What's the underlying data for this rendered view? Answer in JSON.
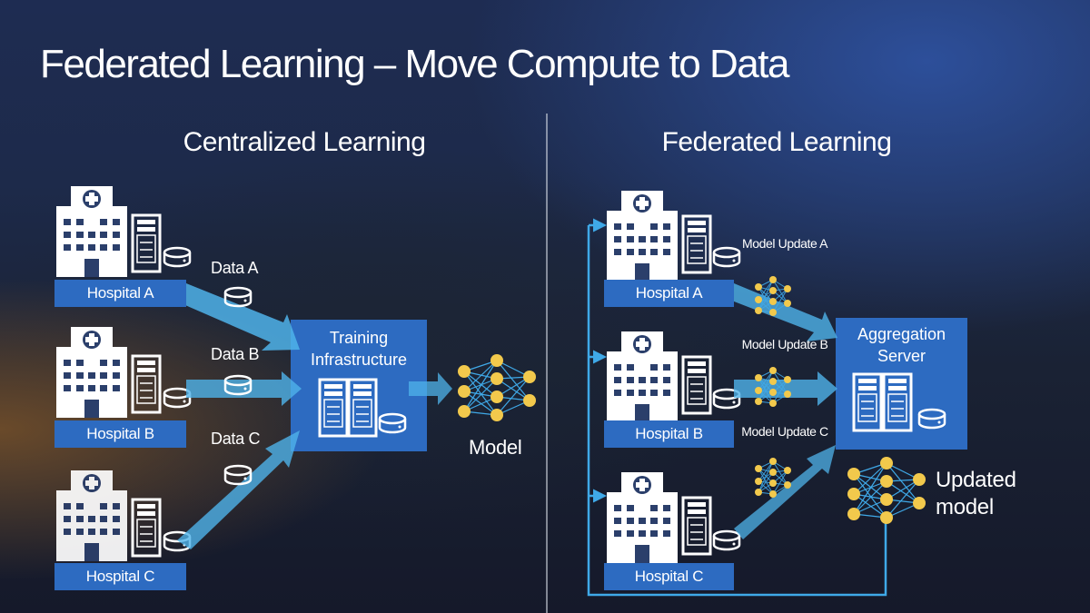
{
  "title": "Federated Learning – Move Compute to Data",
  "centralized": {
    "heading": "Centralized Learning",
    "hospitals": [
      "Hospital A",
      "Hospital B",
      "Hospital C"
    ],
    "data_labels": [
      "Data A",
      "Data B",
      "Data C"
    ],
    "infrastructure_label": "Training Infrastructure",
    "model_label": "Model"
  },
  "federated": {
    "heading": "Federated Learning",
    "hospitals": [
      "Hospital A",
      "Hospital B",
      "Hospital C"
    ],
    "update_labels": [
      "Model Update A",
      "Model Update B",
      "Model Update C"
    ],
    "server_label": "Aggregation Server",
    "updated_model_label": "Updated model"
  },
  "colors": {
    "box_blue": "#2d6bc1",
    "arrow_blue": "#4fb3ea",
    "node_yellow": "#f2c94c",
    "connector_blue": "#3fa9e8"
  }
}
